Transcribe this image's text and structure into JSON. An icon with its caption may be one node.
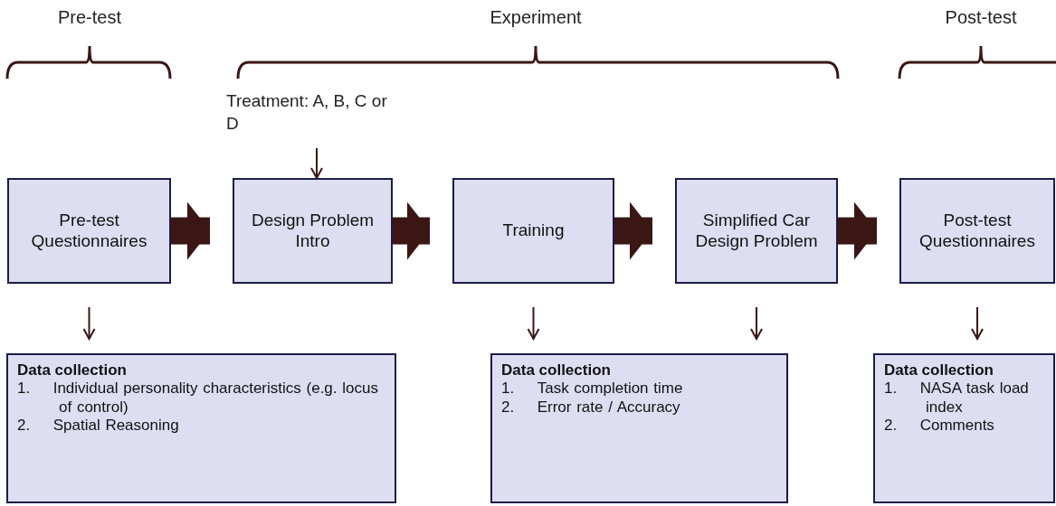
{
  "diagram": {
    "nodes": [
      {
        "text": [
          "Pre-test Questionnaires"
        ]
      },
      {
        "text": [
          "Design Problem Intro"
        ]
      },
      {
        "text": [
          "Training"
        ]
      },
      {
        "text": [
          "Simplified Car Design Problem"
        ]
      },
      {
        "text": [
          "Post-test Questionnaires"
        ]
      },
      {
        "text": [
          "Treatment: A, B, C or D"
        ]
      },
      {
        "text": [
          "Data collection",
          "1. Individual personality characteristics (e.g. locus of control)",
          "2. Spatial Reasoning"
        ]
      },
      {
        "text": [
          "Data collection",
          "1. Task completion time",
          "2. Error rate / Accuracy"
        ]
      },
      {
        "text": [
          "Data collection",
          "1. NASA task load index",
          "2. Comments"
        ]
      }
    ],
    "edges": [
      {
        "from": 0,
        "to": 1,
        "arrow": "to",
        "style": "thick"
      },
      {
        "from": 1,
        "to": 2,
        "arrow": "to",
        "style": "thick"
      },
      {
        "from": 2,
        "to": 3,
        "arrow": "to",
        "style": "thick"
      },
      {
        "from": 3,
        "to": 4,
        "arrow": "to",
        "style": "thick"
      },
      {
        "from": 5,
        "to": 1,
        "arrow": "to"
      },
      {
        "from": 0,
        "to": 6,
        "arrow": "to"
      },
      {
        "from": 2,
        "to": 7,
        "arrow": "to"
      },
      {
        "from": 3,
        "to": 7,
        "arrow": "to"
      },
      {
        "from": 4,
        "to": 8,
        "arrow": "to"
      }
    ],
    "labels": [
      "Pre-test",
      "Experiment",
      "Post-test"
    ]
  }
}
